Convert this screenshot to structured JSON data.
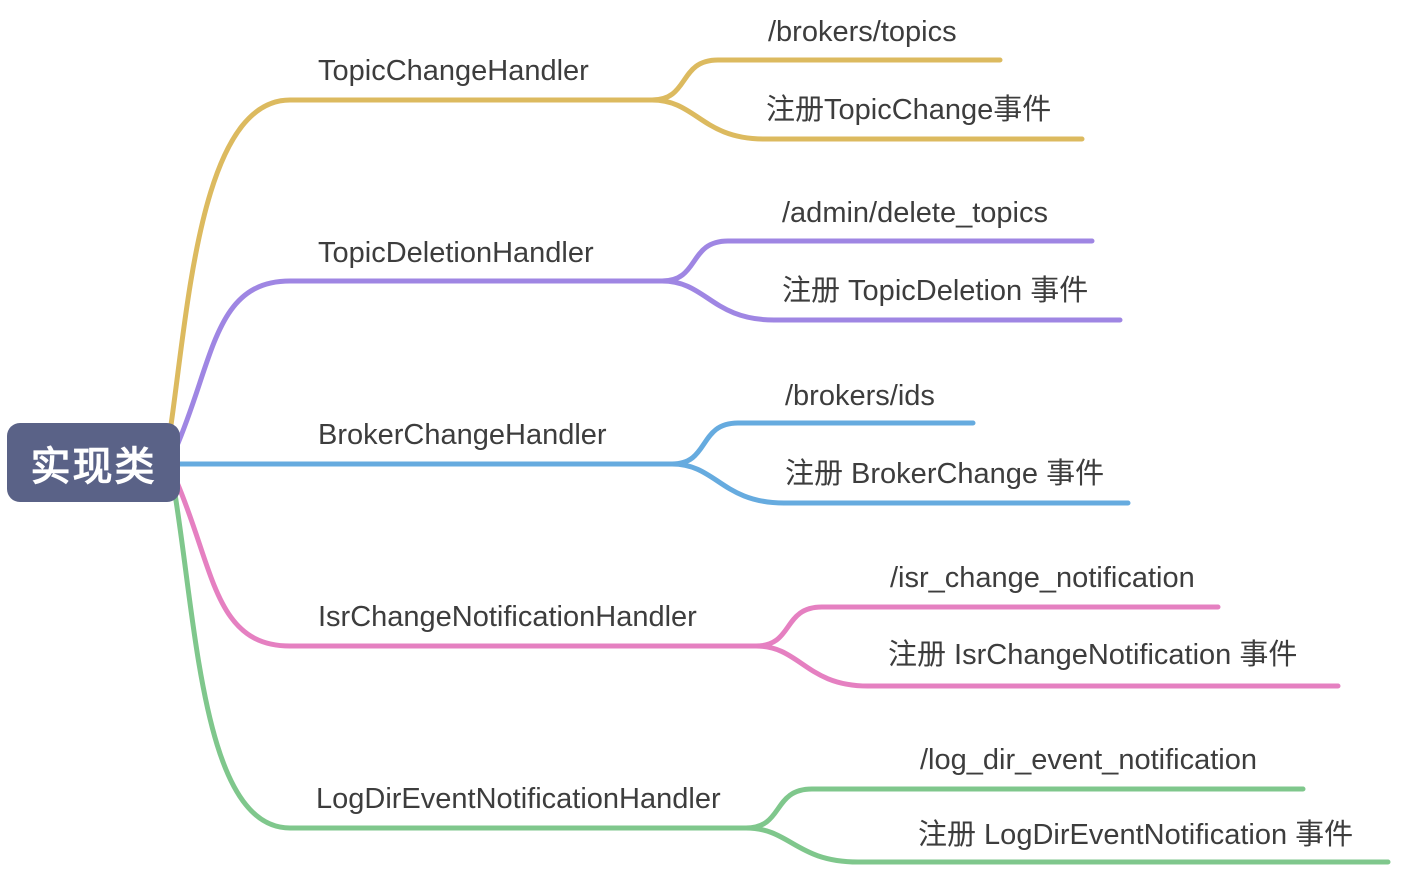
{
  "root": {
    "label": "实现类",
    "bg_color": "#5a6287",
    "text_color": "#ffffff"
  },
  "text_color": "#3d3d3d",
  "branches": [
    {
      "label": "TopicChangeHandler",
      "color": "#dcba5f",
      "children": [
        {
          "label": "/brokers/topics"
        },
        {
          "label": "注册TopicChange事件"
        }
      ]
    },
    {
      "label": "TopicDeletionHandler",
      "color": "#9f86e3",
      "children": [
        {
          "label": "/admin/delete_topics"
        },
        {
          "label": "注册 TopicDeletion 事件"
        }
      ]
    },
    {
      "label": "BrokerChangeHandler",
      "color": "#66abdf",
      "children": [
        {
          "label": "/brokers/ids"
        },
        {
          "label": "注册 BrokerChange 事件"
        }
      ]
    },
    {
      "label": "IsrChangeNotificationHandler",
      "color": "#e580c1",
      "children": [
        {
          "label": "/isr_change_notification"
        },
        {
          "label": "注册 IsrChangeNotification 事件"
        }
      ]
    },
    {
      "label": "LogDirEventNotificationHandler",
      "color": "#7fc78c",
      "children": [
        {
          "label": "/log_dir_event_notification"
        },
        {
          "label": "注册 LogDirEventNotification 事件"
        }
      ]
    }
  ]
}
